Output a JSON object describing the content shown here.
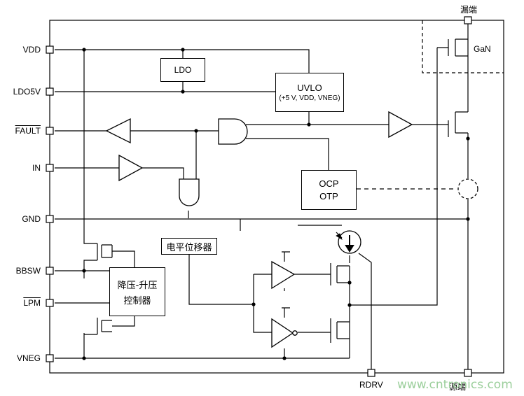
{
  "pins": {
    "vdd": "VDD",
    "ldo5v": "LDO5V",
    "fault": "FAULT",
    "in": "IN",
    "gnd": "GND",
    "bbsw": "BBSW",
    "lpm": "LPM",
    "vneg": "VNEG",
    "rdrv": "RDRV",
    "drain": "漏端",
    "source": "源端"
  },
  "blocks": {
    "ldo": "LDO",
    "uvlo_title": "UVLO",
    "uvlo_sub": "(+5 V, VDD, VNEG)",
    "ocp": "OCP",
    "otp": "OTP",
    "level_shifter": "电平位移器",
    "buck_boost_line1": "降压-升压",
    "buck_boost_line2": "控制器"
  },
  "gan_label": "GaN",
  "watermark": "www.cntronics.com"
}
